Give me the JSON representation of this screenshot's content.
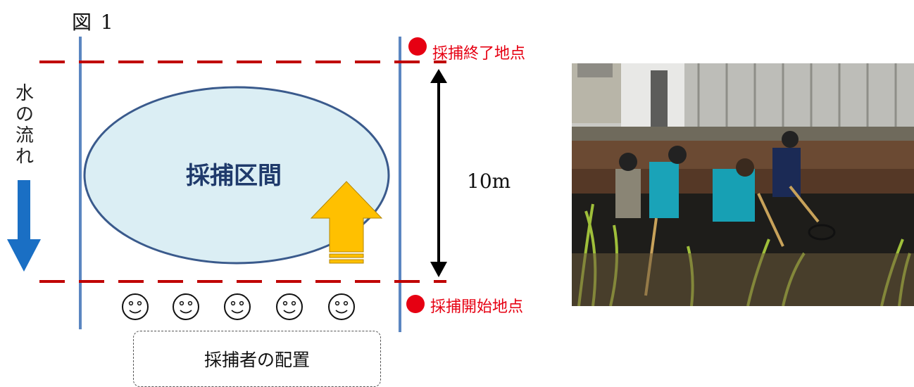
{
  "figure": {
    "title": "図 1",
    "flow_label": "水の流れ",
    "end_point_label": "採捕終了地点",
    "start_point_label": "採捕開始地点",
    "distance_label": "10m",
    "section_label": "採捕区間",
    "catchers_label": "採捕者の配置",
    "catcher_count": 5
  },
  "colors": {
    "boundary_line": "#c00000",
    "side_line": "#5b86c1",
    "section_fill": "#dbeef4",
    "section_stroke": "#3a5a8c",
    "flow_arrow": "#1a6fc4",
    "up_arrow": "#ffc000",
    "marker": "#e60012"
  },
  "icons": {
    "catcher": "smiley-face-icon",
    "marker": "red-dot-icon"
  }
}
